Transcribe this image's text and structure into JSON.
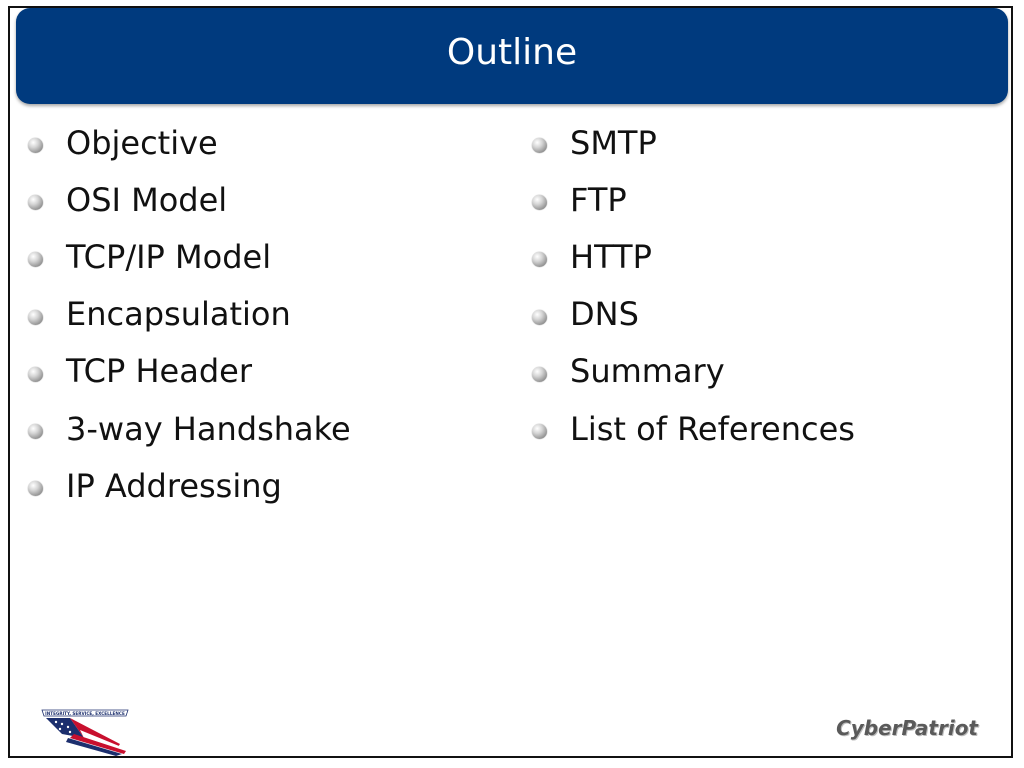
{
  "slide": {
    "title": "Outline",
    "left_items": [
      {
        "label": "Objective"
      },
      {
        "label": "OSI Model"
      },
      {
        "label": "TCP/IP Model"
      },
      {
        "label": "Encapsulation"
      },
      {
        "label": "TCP Header"
      },
      {
        "label": "3-way Handshake"
      },
      {
        "label": "IP Addressing"
      }
    ],
    "right_items": [
      {
        "label": "SMTP"
      },
      {
        "label": "FTP"
      },
      {
        "label": "HTTP"
      },
      {
        "label": "DNS"
      },
      {
        "label": "Summary"
      },
      {
        "label": "List of References"
      }
    ]
  },
  "footer": {
    "logo_icon": "flag-logo-icon",
    "logo_motto": "INTEGRITY, SERVICE, EXCELLENCE",
    "brand": "CyberPatriot"
  },
  "colors": {
    "title_bar": "#003a7e",
    "title_text": "#ffffff",
    "body_text": "#111111",
    "brand_text": "#5a5a5a"
  }
}
